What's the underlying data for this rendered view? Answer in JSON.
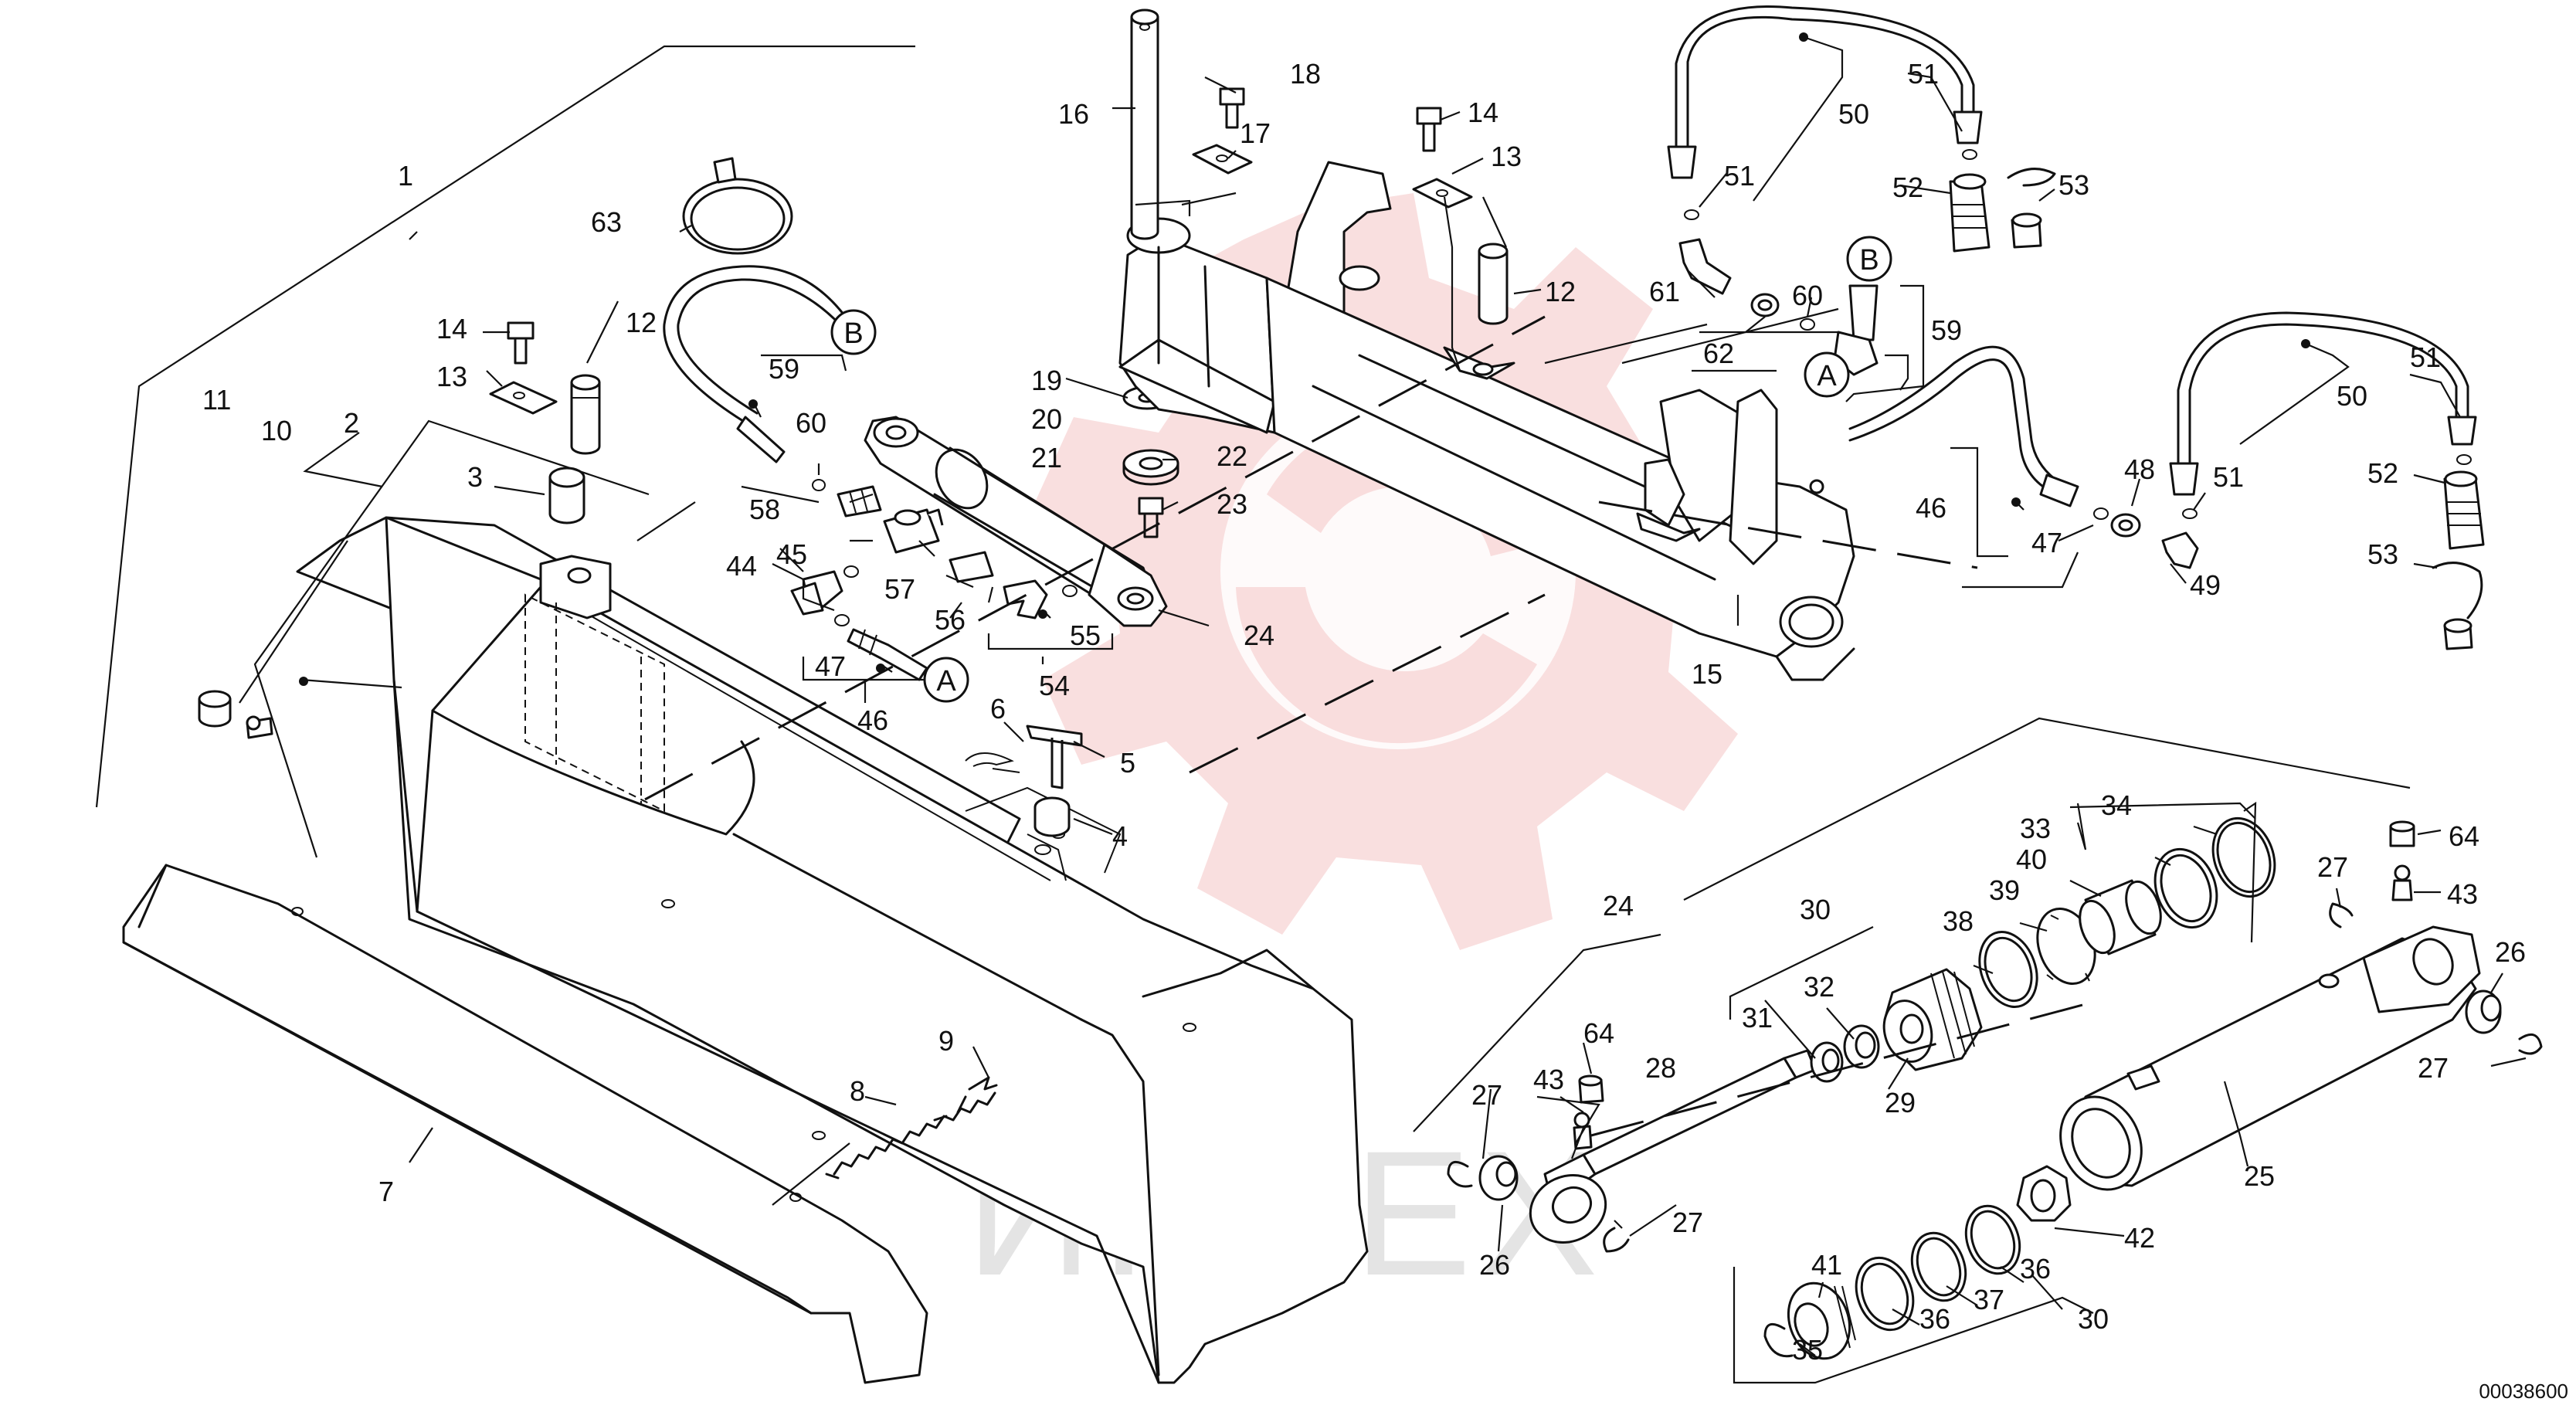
{
  "diagram": {
    "type": "exploded-parts-diagram",
    "drawing_code": "00038600",
    "watermark": {
      "text": "ИНТЕХ",
      "color": "#f4c4c4"
    },
    "connector_labels": [
      "A",
      "B"
    ],
    "callouts": [
      {
        "id": "c1",
        "label": "1"
      },
      {
        "id": "c2",
        "label": "2"
      },
      {
        "id": "c3",
        "label": "3"
      },
      {
        "id": "c4",
        "label": "4"
      },
      {
        "id": "c5",
        "label": "5"
      },
      {
        "id": "c6",
        "label": "6"
      },
      {
        "id": "c7",
        "label": "7"
      },
      {
        "id": "c8",
        "label": "8"
      },
      {
        "id": "c9",
        "label": "9"
      },
      {
        "id": "c10",
        "label": "10"
      },
      {
        "id": "c11",
        "label": "11"
      },
      {
        "id": "c12a",
        "label": "12"
      },
      {
        "id": "c12b",
        "label": "12"
      },
      {
        "id": "c13a",
        "label": "13"
      },
      {
        "id": "c13b",
        "label": "13"
      },
      {
        "id": "c14a",
        "label": "14"
      },
      {
        "id": "c14b",
        "label": "14"
      },
      {
        "id": "c15",
        "label": "15"
      },
      {
        "id": "c16",
        "label": "16"
      },
      {
        "id": "c17",
        "label": "17"
      },
      {
        "id": "c18",
        "label": "18"
      },
      {
        "id": "c19",
        "label": "19"
      },
      {
        "id": "c20",
        "label": "20"
      },
      {
        "id": "c21",
        "label": "21"
      },
      {
        "id": "c22",
        "label": "22"
      },
      {
        "id": "c23",
        "label": "23"
      },
      {
        "id": "c24a",
        "label": "24"
      },
      {
        "id": "c24b",
        "label": "24"
      },
      {
        "id": "c25",
        "label": "25"
      },
      {
        "id": "c26a",
        "label": "26"
      },
      {
        "id": "c26b",
        "label": "26"
      },
      {
        "id": "c27a",
        "label": "27"
      },
      {
        "id": "c27b",
        "label": "27"
      },
      {
        "id": "c27c",
        "label": "27"
      },
      {
        "id": "c27d",
        "label": "27"
      },
      {
        "id": "c28",
        "label": "28"
      },
      {
        "id": "c29",
        "label": "29"
      },
      {
        "id": "c30a",
        "label": "30"
      },
      {
        "id": "c30b",
        "label": "30"
      },
      {
        "id": "c31",
        "label": "31"
      },
      {
        "id": "c32",
        "label": "32"
      },
      {
        "id": "c33",
        "label": "33"
      },
      {
        "id": "c34",
        "label": "34"
      },
      {
        "id": "c35",
        "label": "35"
      },
      {
        "id": "c36a",
        "label": "36"
      },
      {
        "id": "c36b",
        "label": "36"
      },
      {
        "id": "c37",
        "label": "37"
      },
      {
        "id": "c38",
        "label": "38"
      },
      {
        "id": "c39",
        "label": "39"
      },
      {
        "id": "c40",
        "label": "40"
      },
      {
        "id": "c41",
        "label": "41"
      },
      {
        "id": "c42",
        "label": "42"
      },
      {
        "id": "c43a",
        "label": "43"
      },
      {
        "id": "c43b",
        "label": "43"
      },
      {
        "id": "c44",
        "label": "44"
      },
      {
        "id": "c45",
        "label": "45"
      },
      {
        "id": "c46a",
        "label": "46"
      },
      {
        "id": "c46b",
        "label": "46"
      },
      {
        "id": "c47a",
        "label": "47"
      },
      {
        "id": "c47b",
        "label": "47"
      },
      {
        "id": "c48",
        "label": "48"
      },
      {
        "id": "c49",
        "label": "49"
      },
      {
        "id": "c50a",
        "label": "50"
      },
      {
        "id": "c50b",
        "label": "50"
      },
      {
        "id": "c51a",
        "label": "51"
      },
      {
        "id": "c51b",
        "label": "51"
      },
      {
        "id": "c51c",
        "label": "51"
      },
      {
        "id": "c51d",
        "label": "51"
      },
      {
        "id": "c52a",
        "label": "52"
      },
      {
        "id": "c52b",
        "label": "52"
      },
      {
        "id": "c53a",
        "label": "53"
      },
      {
        "id": "c53b",
        "label": "53"
      },
      {
        "id": "c54",
        "label": "54"
      },
      {
        "id": "c55",
        "label": "55"
      },
      {
        "id": "c56",
        "label": "56"
      },
      {
        "id": "c57",
        "label": "57"
      },
      {
        "id": "c58",
        "label": "58"
      },
      {
        "id": "c59a",
        "label": "59"
      },
      {
        "id": "c59b",
        "label": "59"
      },
      {
        "id": "c60a",
        "label": "60"
      },
      {
        "id": "c60b",
        "label": "60"
      },
      {
        "id": "c61",
        "label": "61"
      },
      {
        "id": "c62",
        "label": "62"
      },
      {
        "id": "c63",
        "label": "63"
      },
      {
        "id": "c64a",
        "label": "64"
      },
      {
        "id": "c64b",
        "label": "64"
      }
    ]
  }
}
